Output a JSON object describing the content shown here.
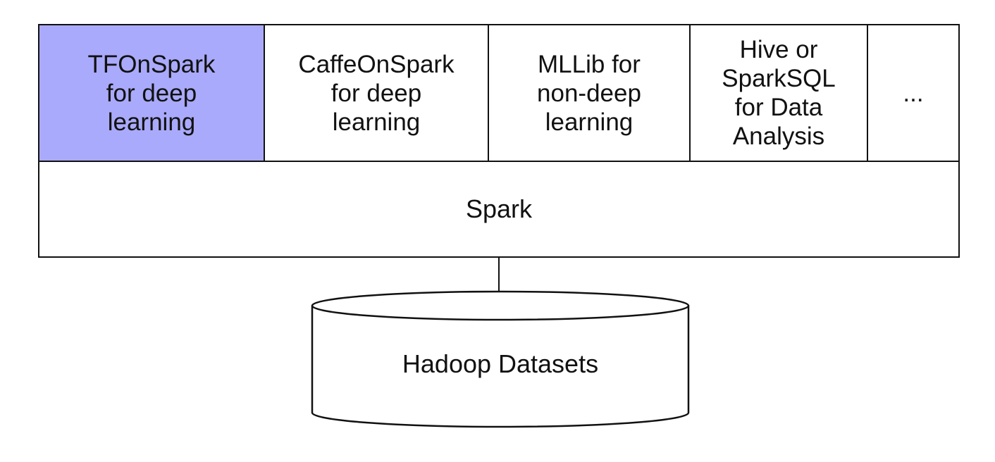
{
  "layers": [
    {
      "label": "TFOnSpark\nfor deep\nlearning"
    },
    {
      "label": "CaffeOnSpark\nfor deep\nlearning"
    },
    {
      "label": "MLLib for\nnon-deep\nlearning"
    },
    {
      "label": "Hive or\nSparkSQL\nfor Data\nAnalysis"
    },
    {
      "label": "..."
    }
  ],
  "spark": {
    "label": "Spark"
  },
  "storage": {
    "label": "Hadoop Datasets"
  },
  "colors": {
    "highlight": "#aaaafc",
    "stroke": "#111111"
  }
}
